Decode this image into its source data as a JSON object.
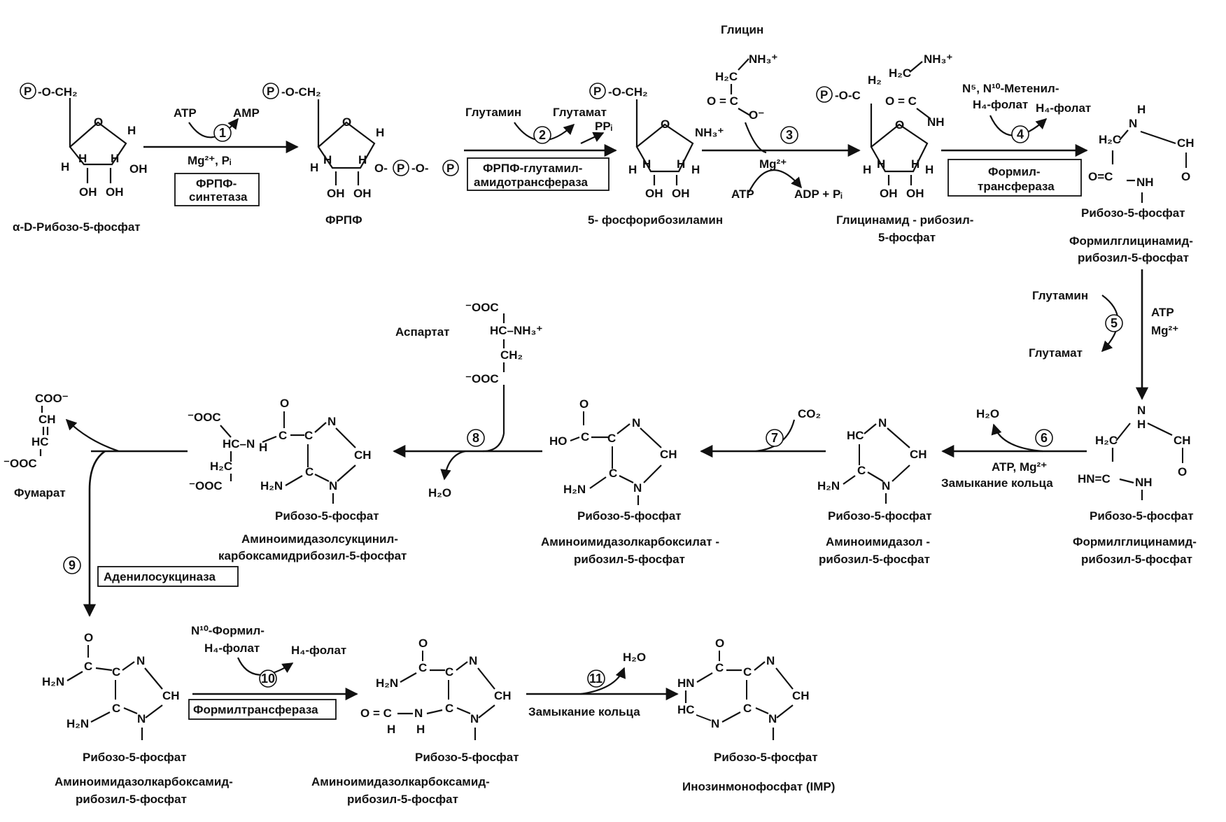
{
  "molecules": {
    "m1": "α-D-Рибозо-5-фосфат",
    "m2": "ФРПФ",
    "m3": "5- фосфорибозиламин",
    "m4a": "Глицинамид - рибозил-",
    "m4b": "5-фосфат",
    "m5a": "Формилглицинамид-",
    "m5b": "рибозил-5-фосфат",
    "m6a": "Формилглицинамид-",
    "m6b": "рибозил-5-фосфат",
    "m7a": "Аминоимидазол -",
    "m7b": "рибозил-5-фосфат",
    "m8a": "Аминоимидазолкарбоксилат -",
    "m8b": "рибозил-5-фосфат",
    "m9a": "Аминоимидазолсукцинил-",
    "m9b": "карбоксамидрибозил-5-фосфат",
    "m10": "Фумарат",
    "m11a": "Аминоимидазолкарбоксамид-",
    "m11b": "рибозил-5-фосфат",
    "m12a": "Аминоимидазолкарбоксамид-",
    "m12b": "рибозил-5-фосфат",
    "m13": "Инозинмонофосфат (IMP)"
  },
  "ribose_label": "Рибозо-5-фосфат",
  "reagents": {
    "atp": "ATP",
    "amp": "AMP",
    "mg_pi": "Mg²⁺, Pᵢ",
    "glutamine": "Глутамин",
    "glutamate": "Глутамат",
    "ppi": "PPᵢ",
    "glycine": "Глицин",
    "mg": "Mg²⁺",
    "atp3": "ATP",
    "adp": "ADP + Pᵢ",
    "methenyl1": "N⁵, N¹⁰-Метенил-",
    "methenyl2": "H₄-фолат",
    "h4folate": "H₄-фолат",
    "glutamine5": "Глутамин",
    "glutamate5": "Глутамат",
    "atp5": "ATP",
    "mg5": "Mg²⁺",
    "h2o6": "H₂O",
    "atp_mg6": "ATP, Mg²⁺",
    "ring_close6": "Замыкание кольца",
    "co2": "CO₂",
    "aspartate": "Аспартат",
    "h2o8": "H₂O",
    "formyl10a": "N¹⁰-Формил-",
    "formyl10b": "H₄-фолат",
    "h4folate10": "H₄-фолат",
    "h2o11": "H₂O",
    "ring_close11": "Замыкание кольца"
  },
  "enzymes": {
    "e1a": "ФРПФ-",
    "e1b": "синтетаза",
    "e2a": "ФРПФ-глутамил-",
    "e2b": "амидотрансфераза",
    "e4a": "Формил-",
    "e4b": "трансфераза",
    "e9": "Аденилосукциназа",
    "e10": "Формилтрансфераза"
  },
  "steps": [
    "1",
    "2",
    "3",
    "4",
    "5",
    "6",
    "7",
    "8",
    "9",
    "10",
    "11"
  ]
}
